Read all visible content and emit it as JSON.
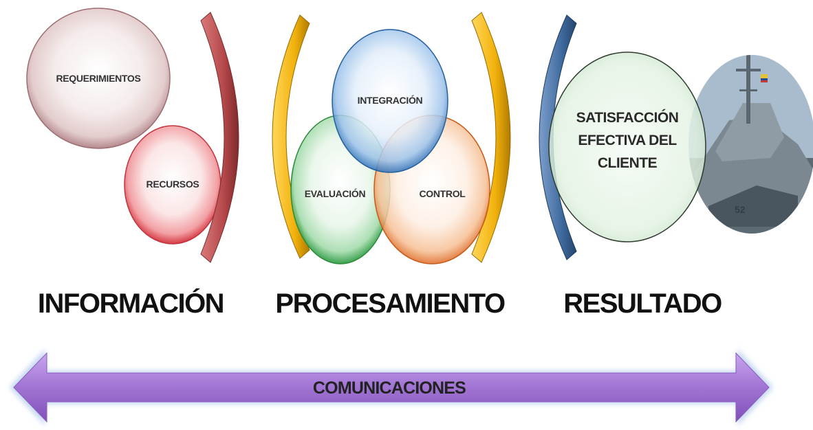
{
  "bubbles": {
    "requerimientos": "REQUERIMIENTOS",
    "recursos": "RECURSOS",
    "integracion": "INTEGRACIÓN",
    "evaluacion": "EVALUACIÓN",
    "control": "CONTROL"
  },
  "result": {
    "line1": "SATISFACCIÓN",
    "line2": "EFECTIVA DEL",
    "line3": "CLIENTE"
  },
  "sections": {
    "informacion": "INFORMACIÓN",
    "procesamiento": "PROCESAMIENTO",
    "resultado": "RESULTADO"
  },
  "arrow": {
    "label": "COMUNICACIONES"
  },
  "image": {
    "icon": "warship-photo"
  },
  "colors": {
    "requerimientos": "#c49a9e",
    "recursos": "#e0505a",
    "integracion": "#4a8ccc",
    "evaluacion": "#39a04c",
    "control": "#e07a3a",
    "bracket_red": "#b5484a",
    "bracket_yellow": "#f2b20c",
    "bracket_blue": "#3f6a9e",
    "arrow_fill": "#a070d0",
    "arrow_glow": "#c3d6f2"
  }
}
